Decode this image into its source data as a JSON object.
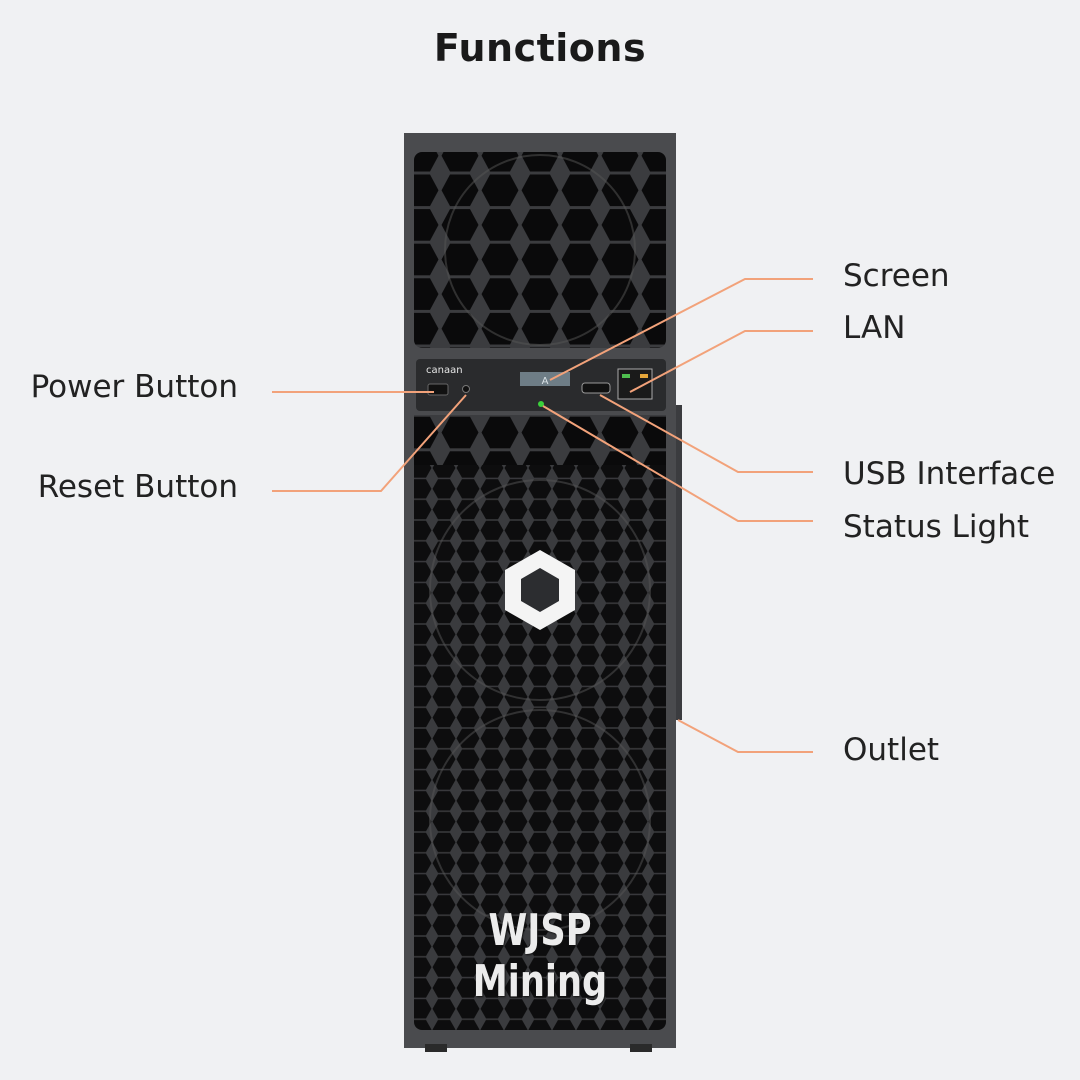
{
  "title": "Functions",
  "watermark": "WJSP Mining",
  "device": {
    "brand_text": "canaan",
    "screen_text": "A",
    "status_light_color": "#3bd13b",
    "body_color": "#2a2b2d",
    "frame_color": "#4a4b4e",
    "accent_color": "#f2a27a"
  },
  "callouts": {
    "screen": "Screen",
    "lan": "LAN",
    "power_button": "Power Button",
    "reset_button": "Reset Button",
    "usb_interface": "USB Interface",
    "status_light": "Status Light",
    "outlet": "Outlet"
  }
}
